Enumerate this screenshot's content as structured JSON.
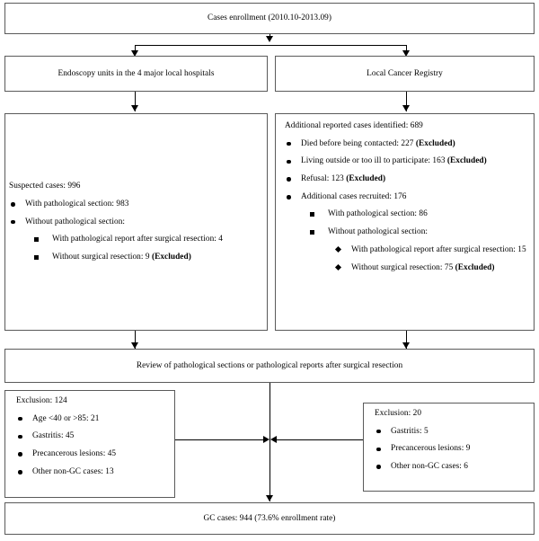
{
  "flowchart": {
    "title_box": {
      "text": "Cases enrollment (2010.10-2013.09)"
    },
    "source_left": {
      "text": "Endoscopy units in the 4 major local hospitals"
    },
    "source_right": {
      "text": "Local Cancer Registry"
    },
    "left_detail": {
      "lead": "Suspected cases: 996",
      "items": [
        {
          "text": "With pathological section: 983"
        },
        {
          "text": "Without pathological section:",
          "children": [
            {
              "text": "With pathological report after surgical resection: 4"
            },
            {
              "text": "Without surgical resection: 9 ",
              "bold": "(Excluded)"
            }
          ]
        }
      ]
    },
    "right_detail": {
      "lead": "Additional reported cases identified: 689",
      "items": [
        {
          "text": "Died before being contacted: 227 ",
          "bold": "(Excluded)"
        },
        {
          "text": "Living outside or too ill to participate: 163 ",
          "bold": "(Excluded)"
        },
        {
          "text": "Refusal: 123 ",
          "bold": "(Excluded)"
        },
        {
          "text": "Additional cases recruited: 176",
          "children": [
            {
              "text": "With pathological section: 86"
            },
            {
              "text": "Without pathological section:",
              "children": [
                {
                  "text": "With pathological report after surgical resection: 15"
                },
                {
                  "text": "Without surgical resection: 75 ",
                  "bold": "(Excluded)"
                }
              ]
            }
          ]
        }
      ]
    },
    "review_box": {
      "text": "Review of pathological sections or pathological reports after surgical resection"
    },
    "exclusion_left": {
      "lead": "Exclusion: 124",
      "items": [
        {
          "text": "Age <40 or >85: 21"
        },
        {
          "text": "Gastritis: 45"
        },
        {
          "text": "Precancerous lesions: 45"
        },
        {
          "text": "Other non-GC cases: 13"
        }
      ]
    },
    "exclusion_right": {
      "lead": "Exclusion: 20",
      "items": [
        {
          "text": "Gastritis: 5"
        },
        {
          "text": "Precancerous lesions: 9"
        },
        {
          "text": "Other non-GC cases: 6"
        }
      ]
    },
    "result_box": {
      "text": "GC cases: 944 (73.6% enrollment rate)"
    },
    "colors": {
      "border": "#5a5a5a",
      "connector": "#000000",
      "background": "#ffffff",
      "text": "#000000"
    }
  }
}
